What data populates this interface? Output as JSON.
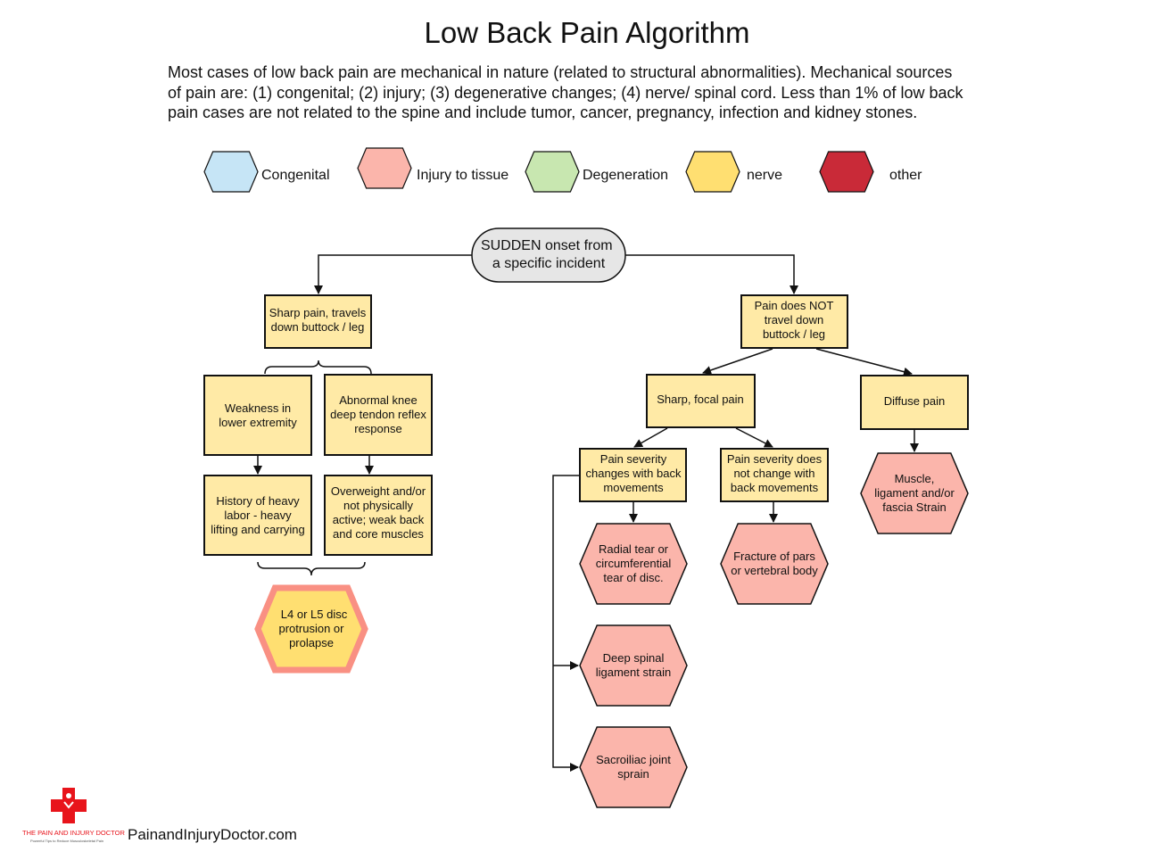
{
  "title": "Low Back Pain Algorithm",
  "intro": [
    "Most cases of low back pain are mechanical in nature (related to structural abnormalities).  Mechanical sources",
    "of pain are: (1) congenital; (2) injury; (3) degenerative changes; (4) nerve/ spinal cord.  Less than 1% of low back",
    "pain cases are not related to the spine and include tumor, cancer, pregnancy, infection and kidney stones."
  ],
  "legend": [
    {
      "label": "Congenital",
      "color": "#c6e5f6"
    },
    {
      "label": "Injury to tissue",
      "color": "#fbb5ab"
    },
    {
      "label": "Degeneration",
      "color": "#c8e7b0"
    },
    {
      "label": "nerve",
      "color": "#ffdf71"
    },
    {
      "label": "other",
      "color": "#c92a38"
    }
  ],
  "colors": {
    "box": "#ffeaa6",
    "pink": "#fbb5ab",
    "nerve": "#ffdf71",
    "nerve_border": "#f99083",
    "start": "#e6e6e6"
  },
  "nodes": {
    "start": [
      "SUDDEN onset from",
      "a specific incident"
    ],
    "sharp_travels": [
      "Sharp pain, travels",
      "down buttock / leg"
    ],
    "not_travel": [
      "Pain does NOT",
      "travel down",
      "buttock / leg"
    ],
    "weakness": [
      "Weakness in",
      "lower extremity"
    ],
    "knee": [
      "Abnormal knee",
      "deep tendon reflex",
      "response"
    ],
    "history": [
      "History of heavy",
      "labor - heavy",
      "lifting and carrying"
    ],
    "overweight": [
      "Overweight and/or",
      "not physically",
      "active; weak back",
      "and core muscles"
    ],
    "disc": [
      "L4 or L5 disc",
      "protrusion or",
      "prolapse"
    ],
    "focal": [
      "Sharp, focal pain"
    ],
    "diffuse": [
      "Diffuse pain"
    ],
    "changes": [
      "Pain severity",
      "changes with back",
      "movements"
    ],
    "no_change": [
      "Pain severity does",
      "not change with",
      "back movements"
    ],
    "muscle": [
      "Muscle,",
      "ligament and/or",
      "fascia Strain"
    ],
    "radial": [
      "Radial tear or",
      "circumferential",
      "tear of disc."
    ],
    "fracture": [
      "Fracture of pars",
      "or vertebral body"
    ],
    "deep": [
      "Deep spinal",
      "ligament strain"
    ],
    "sacro": [
      "Sacroiliac joint",
      "sprain"
    ]
  },
  "footer": {
    "logo_text": "THE PAIN AND INJURY DOCTOR",
    "logo_sub": "Powerful Tips to Reduce Musculoskeletal Pain",
    "site": "PainandInjuryDoctor.com"
  }
}
